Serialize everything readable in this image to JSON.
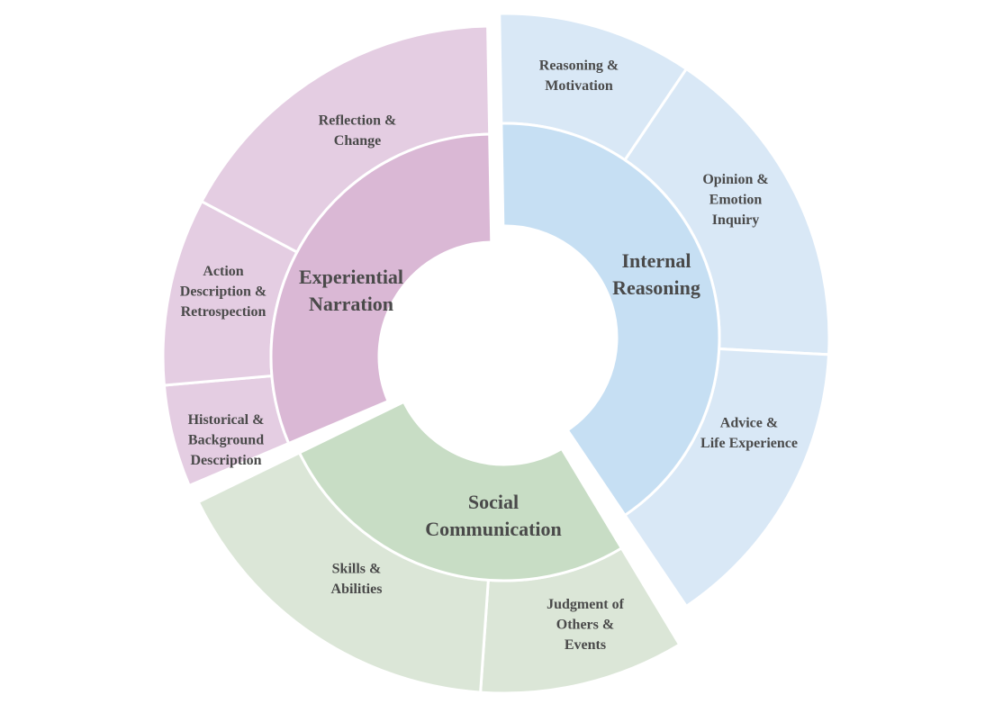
{
  "diagram": {
    "type": "sunburst",
    "colors": {
      "internal_inner": "#c6dff3",
      "internal_outer": "#d9e8f6",
      "social_inner": "#c8ddc5",
      "social_outer": "#dbe6d7",
      "experiential_inner": "#dab8d5",
      "experiential_outer": "#e4cde2"
    },
    "categories": [
      {
        "id": "internal",
        "lines": [
          "Internal",
          "Reasoning"
        ],
        "children": [
          {
            "id": "reasoning-motivation",
            "lines": [
              "Reasoning &",
              "Motivation"
            ]
          },
          {
            "id": "opinion-emotion",
            "lines": [
              "Opinion &",
              "Emotion",
              "Inquiry"
            ]
          },
          {
            "id": "advice-life",
            "lines": [
              "Advice &",
              "Life Experience"
            ]
          }
        ]
      },
      {
        "id": "social",
        "lines": [
          "Social",
          "Communication"
        ],
        "children": [
          {
            "id": "judgment-others",
            "lines": [
              "Judgment of",
              "Others &",
              "Events"
            ]
          },
          {
            "id": "skills-abilities",
            "lines": [
              "Skills &",
              "Abilities"
            ]
          }
        ]
      },
      {
        "id": "experiential",
        "lines": [
          "Experiential",
          "Narration"
        ],
        "children": [
          {
            "id": "historical-background",
            "lines": [
              "Historical &",
              "Background",
              "Description"
            ]
          },
          {
            "id": "action-description",
            "lines": [
              "Action",
              "Description &",
              "Retrospection"
            ]
          },
          {
            "id": "reflection-change",
            "lines": [
              "Reflection &",
              "Change"
            ]
          }
        ]
      }
    ]
  }
}
